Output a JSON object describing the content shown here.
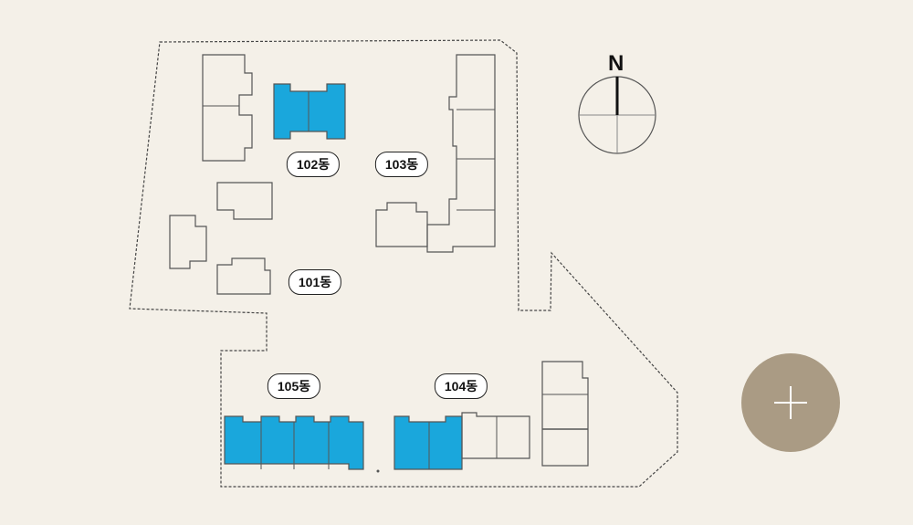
{
  "map": {
    "buildings": [
      {
        "label": "101동",
        "highlighted": false
      },
      {
        "label": "102동",
        "highlighted": true
      },
      {
        "label": "103동",
        "highlighted": false
      },
      {
        "label": "104동",
        "highlighted": true
      },
      {
        "label": "105동",
        "highlighted": true
      }
    ],
    "compass_label": "N"
  },
  "controls": {
    "zoom_in_icon": "plus-icon"
  },
  "colors": {
    "background": "#f4f0e8",
    "highlight": "#1aa7dc",
    "zoom_button": "#aa9b84"
  }
}
